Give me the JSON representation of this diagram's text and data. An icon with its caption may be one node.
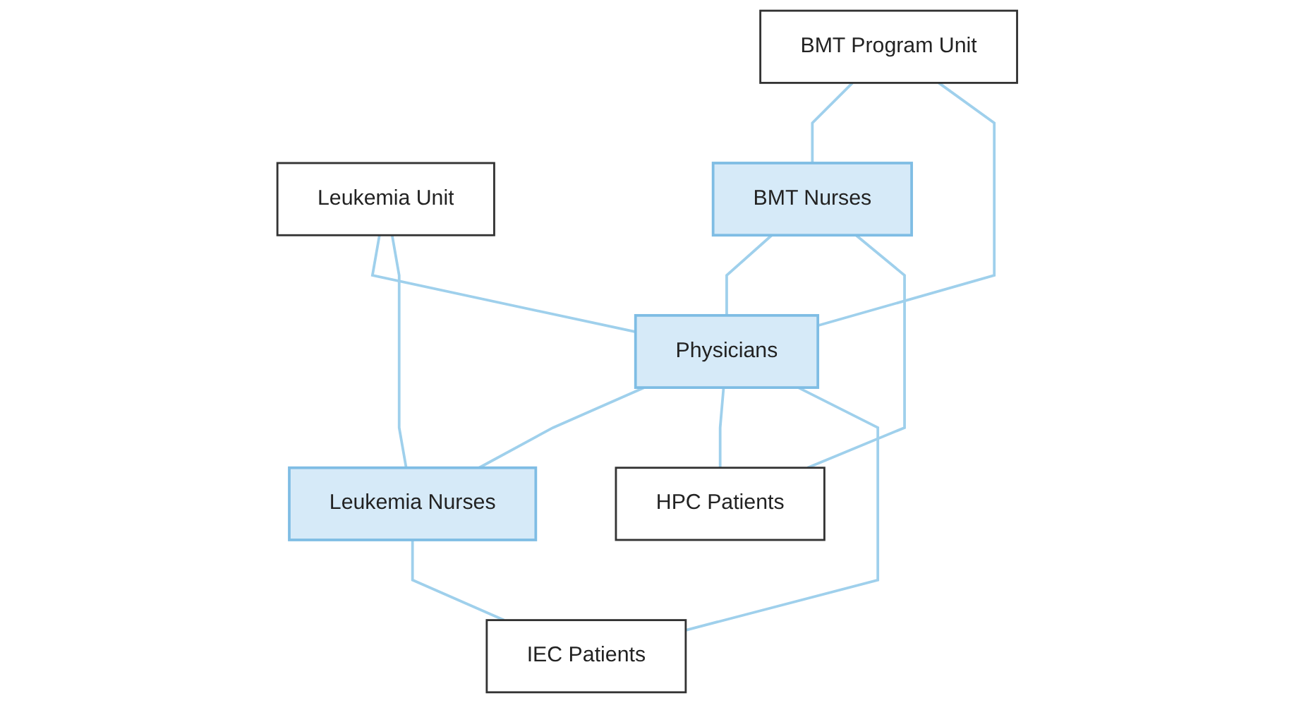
{
  "diagram": {
    "nodes": [
      {
        "text": [
          "BMT Program Unit"
        ]
      },
      {
        "text": [
          "Leukemia Unit"
        ]
      },
      {
        "text": [
          "BMT Nurses"
        ]
      },
      {
        "text": [
          "Physicians"
        ]
      },
      {
        "text": [
          "Leukemia Nurses"
        ]
      },
      {
        "text": [
          "HPC Patients"
        ]
      },
      {
        "text": [
          "IEC Patients"
        ]
      }
    ],
    "edges": [
      {
        "from": 0,
        "to": 2,
        "arrow": "none"
      },
      {
        "from": 0,
        "to": 3,
        "arrow": "none"
      },
      {
        "from": 1,
        "to": 3,
        "arrow": "none"
      },
      {
        "from": 1,
        "to": 4,
        "arrow": "none"
      },
      {
        "from": 2,
        "to": 3,
        "arrow": "none"
      },
      {
        "from": 3,
        "to": 4,
        "arrow": "none"
      },
      {
        "from": 2,
        "to": 5,
        "arrow": "none"
      },
      {
        "from": 3,
        "to": 5,
        "arrow": "none"
      },
      {
        "from": 3,
        "to": 6,
        "arrow": "none"
      },
      {
        "from": 4,
        "to": 6,
        "arrow": "none"
      }
    ]
  }
}
